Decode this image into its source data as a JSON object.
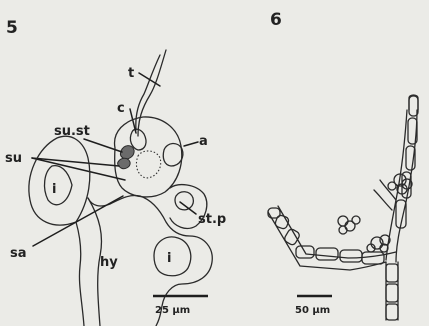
{
  "figure_5": {
    "number": "5",
    "labels": {
      "t": "t",
      "c": "c",
      "a": "a",
      "su_st": "su.st",
      "su": "su",
      "i_left": "i",
      "st_p": "st.p",
      "sa": "sa",
      "hy": "hy",
      "i_bottom": "i"
    },
    "scale_bar": "25 μm"
  },
  "figure_6": {
    "number": "6",
    "scale_bar": "50 μm"
  }
}
